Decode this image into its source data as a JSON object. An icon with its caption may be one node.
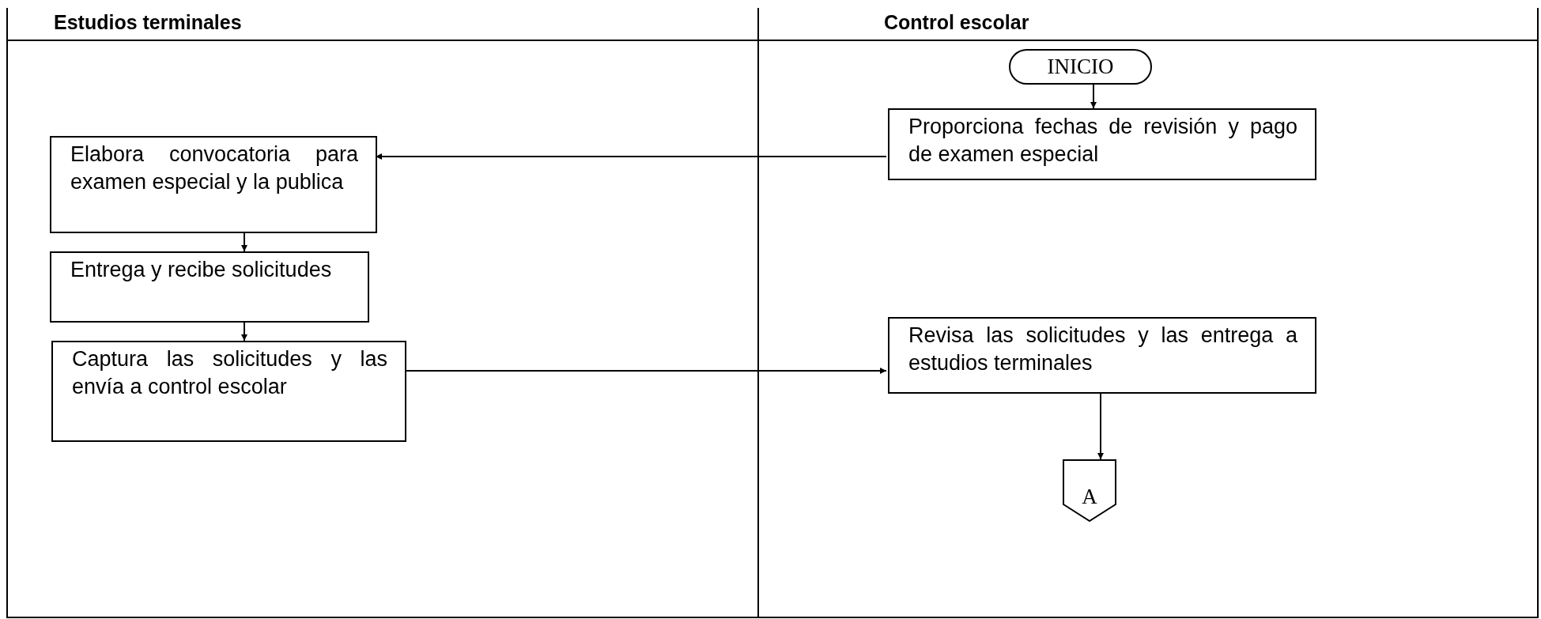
{
  "diagram": {
    "nodes": [
      {
        "text": [
          "Estudios terminales"
        ]
      },
      {
        "text": [
          "Control escolar"
        ]
      },
      {
        "text": [
          "INICIO"
        ],
        "in": 1
      },
      {
        "text": [
          "Proporciona fechas de revisión y pago de examen especial"
        ],
        "in": 1
      },
      {
        "text": [
          "Elabora convocatoria para examen especial y la publica"
        ],
        "in": 0
      },
      {
        "text": [
          "Entrega y recibe solicitudes"
        ],
        "in": 0
      },
      {
        "text": [
          "Captura las solicitudes y las envía a control escolar"
        ],
        "in": 0
      },
      {
        "text": [
          "Revisa las solicitudes y las entrega a estudios terminales"
        ],
        "in": 1
      },
      {
        "text": [
          "A"
        ],
        "in": 1
      }
    ],
    "edges": [
      {
        "from": 2,
        "to": 3,
        "arrow": "to"
      },
      {
        "from": 3,
        "to": 4,
        "arrow": "to"
      },
      {
        "from": 4,
        "to": 5,
        "arrow": "to"
      },
      {
        "from": 5,
        "to": 6,
        "arrow": "to"
      },
      {
        "from": 6,
        "to": 7,
        "arrow": "to"
      },
      {
        "from": 7,
        "to": 8,
        "arrow": "to"
      }
    ]
  }
}
